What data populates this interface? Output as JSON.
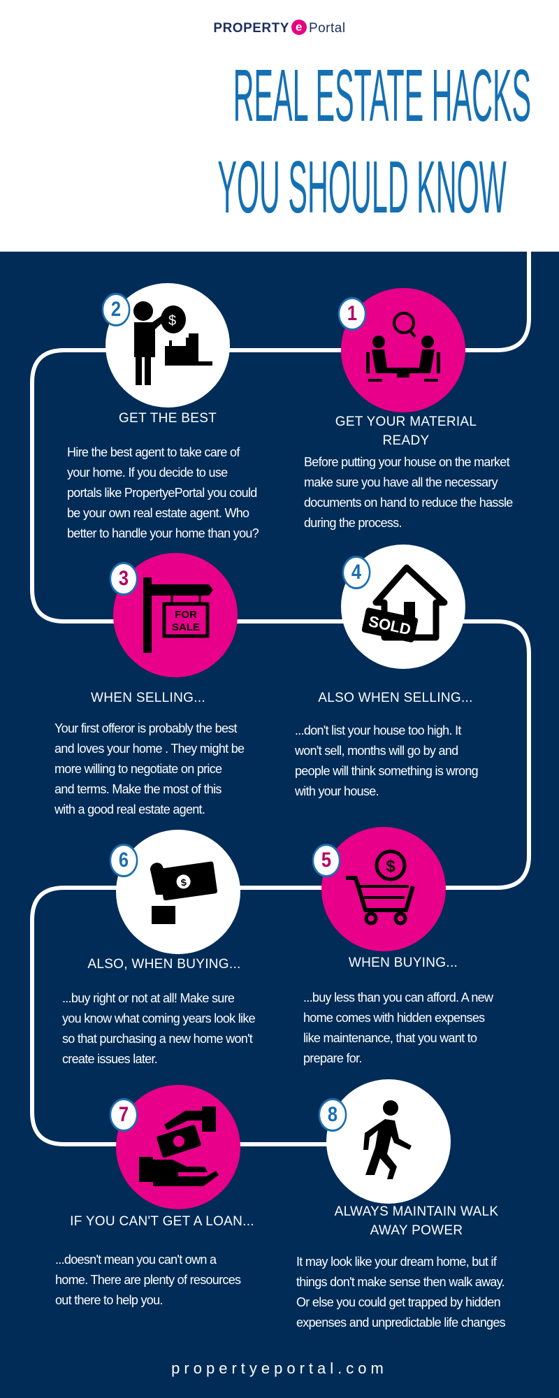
{
  "logo": {
    "property": "PROPERTY",
    "e": "e",
    "portal": "Portal"
  },
  "title": {
    "line1": "REAL ESTATE HACKS",
    "line2": "YOU SHOULD KNOW"
  },
  "colors": {
    "navy": "#012c57",
    "pink": "#e8008a",
    "blue": "#1470b3",
    "magenta_number": "#b3005f"
  },
  "hacks": [
    {
      "number": "1",
      "icon": "interview-icon",
      "heading": [
        "GET YOUR MATERIAL",
        "READY"
      ],
      "body": [
        "Before putting your house on the market",
        "make sure you have all the necessary",
        "documents on hand to reduce the hassle",
        "during the process."
      ]
    },
    {
      "number": "2",
      "icon": "agent-money-bag-icon",
      "heading": [
        "GET THE BEST"
      ],
      "body": [
        "Hire the best agent to take care of",
        "your home. If you decide to use",
        "portals like PropertyePortal you could",
        "be your own real estate agent. Who",
        "better to handle your home than you?"
      ]
    },
    {
      "number": "3",
      "icon": "for-sale-sign-icon",
      "heading": [
        "WHEN SELLING..."
      ],
      "body": [
        "Your first offeror is probably the best",
        "and loves your home . They might be",
        "more willing to negotiate on price",
        "and terms. Make the most of this",
        "with a good real estate agent."
      ]
    },
    {
      "number": "4",
      "icon": "sold-house-icon",
      "heading": [
        "ALSO WHEN SELLING..."
      ],
      "body": [
        "...don't list your house too high. It",
        "won't sell, months will go by and",
        "people will think something is wrong",
        "with your house."
      ]
    },
    {
      "number": "5",
      "icon": "shopping-cart-dollar-icon",
      "heading": [
        "WHEN BUYING..."
      ],
      "body": [
        "...buy less than you can afford. A new",
        "home comes with hidden expenses",
        "like maintenance, that you want to",
        "prepare for."
      ]
    },
    {
      "number": "6",
      "icon": "hand-cash-icon",
      "heading": [
        "ALSO, WHEN BUYING..."
      ],
      "body": [
        "...buy right or not at all! Make sure",
        "you know what coming years look like",
        "so that purchasing a new home won't",
        "create issues later."
      ]
    },
    {
      "number": "7",
      "icon": "hand-money-icon",
      "heading": [
        "IF YOU CAN'T GET A LOAN..."
      ],
      "body": [
        "...doesn't mean you can't own a",
        "home. There are plenty of resources",
        "out there to help you."
      ]
    },
    {
      "number": "8",
      "icon": "walking-person-icon",
      "heading": [
        "ALWAYS MAINTAIN WALK",
        "AWAY POWER"
      ],
      "body": [
        "It may look like your dream home, but if",
        "things don't make sense then walk away.",
        "Or else you could get trapped by hidden",
        "expenses and unpredictable life changes"
      ]
    }
  ],
  "footer": {
    "url": "propertyeportal.com"
  }
}
